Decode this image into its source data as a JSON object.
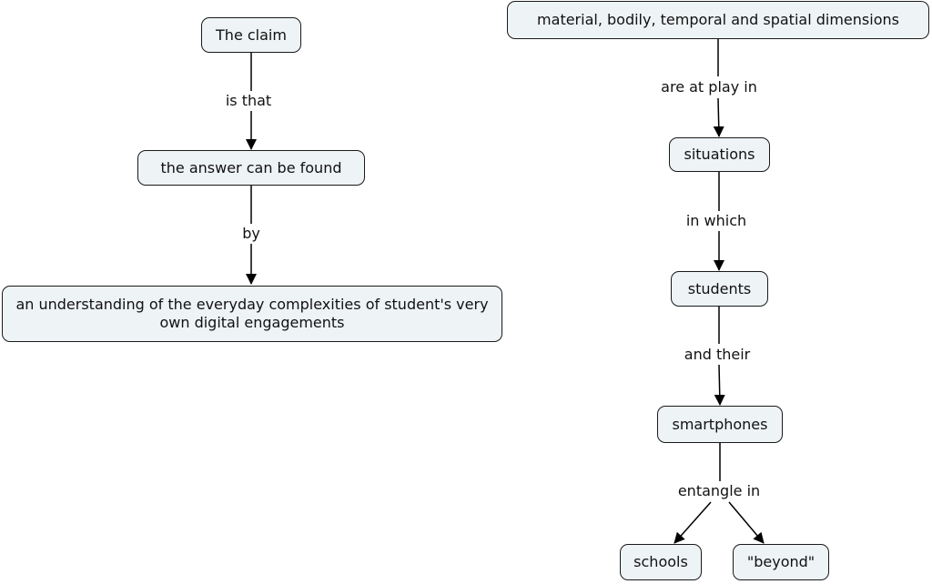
{
  "concept_map": {
    "nodes": {
      "the_claim": "The claim",
      "answer_found": "the answer can be found",
      "understanding": "an understanding of the everyday complexities of student's very own digital engagements",
      "dimensions": "material, bodily, temporal and spatial dimensions",
      "situations": "situations",
      "students": "students",
      "smartphones": "smartphones",
      "schools": "schools",
      "beyond": "\"beyond\""
    },
    "links": {
      "is_that": "is that",
      "by": "by",
      "are_at_play_in": "are at play in",
      "in_which": "in which",
      "and_their": "and their",
      "entangle_in": "entangle in"
    }
  },
  "colors": {
    "node_fill": "#eef3f6",
    "node_border": "#1a1a1a",
    "line": "#000000"
  }
}
